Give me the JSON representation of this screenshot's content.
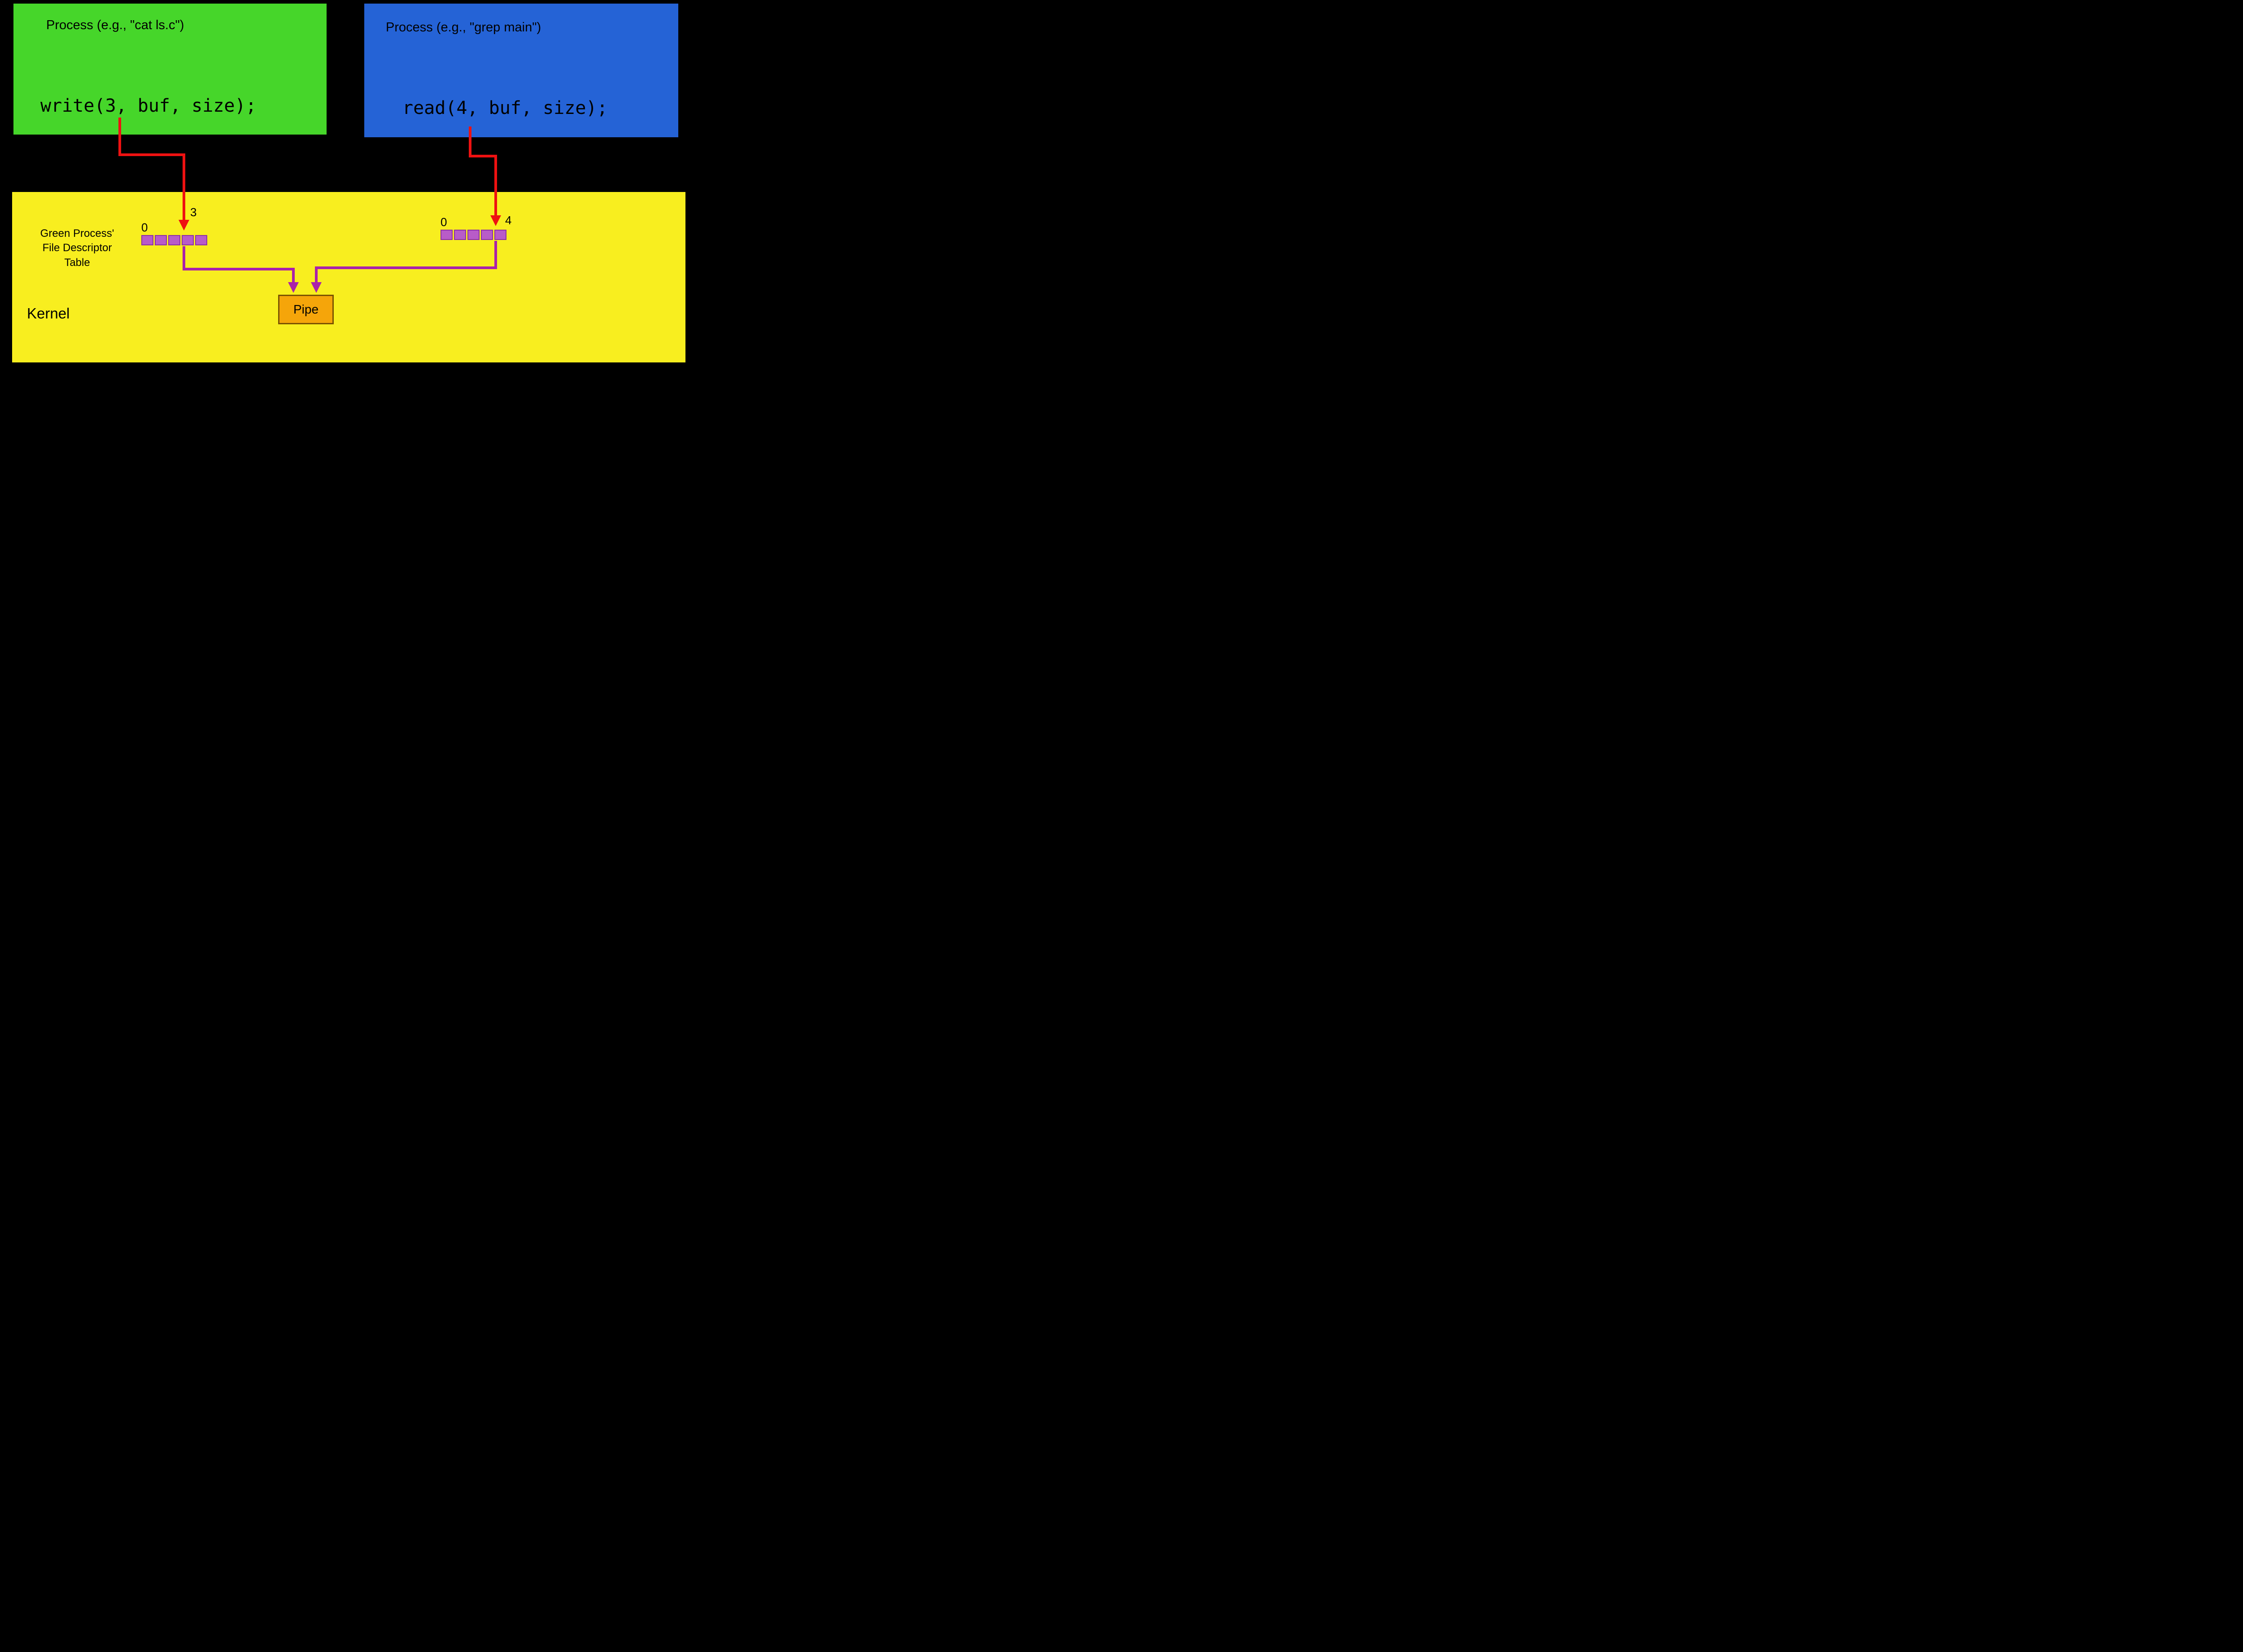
{
  "green_process": {
    "title": "Process (e.g., \"cat ls.c\")",
    "syscall": "write(3, buf, size);"
  },
  "blue_process": {
    "title": "Process (e.g., \"grep main\")",
    "syscall": "read(4, buf, size);"
  },
  "kernel": {
    "label": "Kernel",
    "pipe_label": "Pipe",
    "green_fd_table": {
      "caption_lines": [
        "Green Process'",
        "File Descriptor",
        "Table"
      ],
      "first_index_label": "0",
      "target_index_label": "3",
      "slot_count": 5
    },
    "blue_fd_table": {
      "first_index_label": "0",
      "target_index_label": "4",
      "slot_count": 5
    }
  },
  "colors": {
    "background": "#000000",
    "green_process": "#46d62a",
    "blue_process": "#2563d6",
    "kernel": "#f8ee1f",
    "pipe": "#f5a50a",
    "fd_slot_fill": "#b85cc8",
    "fd_slot_border": "#8d2fa5",
    "arrow_red": "#ee1111",
    "arrow_purple": "#aa22aa"
  }
}
